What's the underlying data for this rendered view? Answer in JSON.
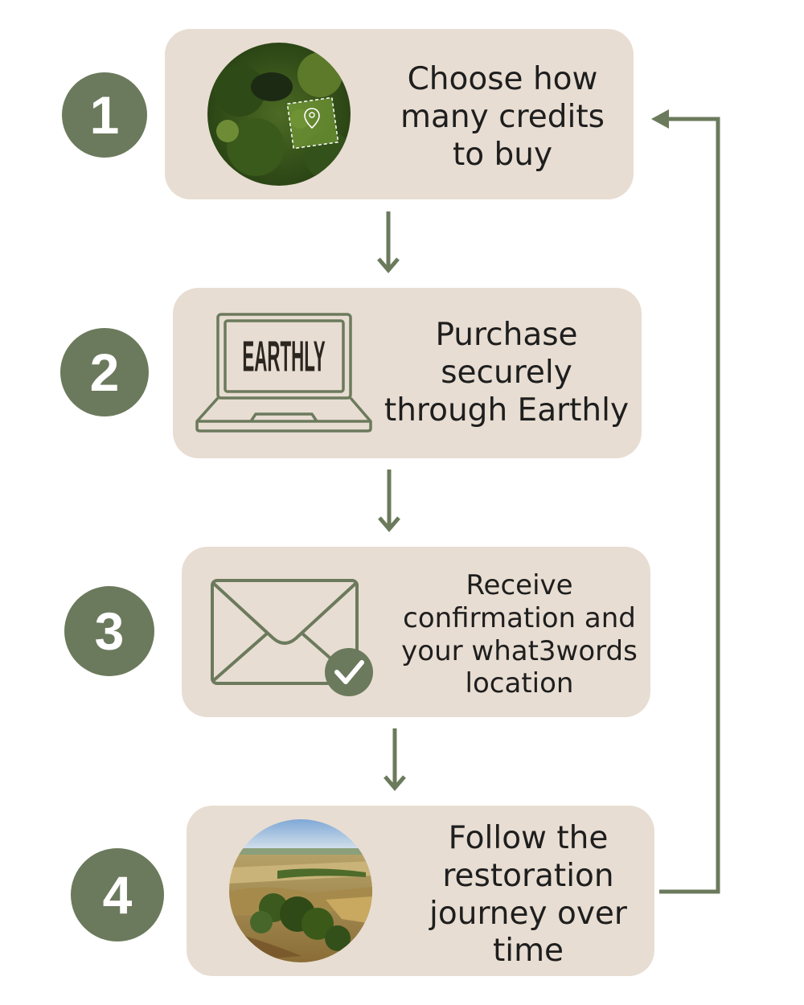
{
  "colors": {
    "accent": "#6b7a5c",
    "card": "#e8ddd2",
    "text": "#1e1e1e"
  },
  "steps": [
    {
      "number": "1",
      "text": "Choose how\nmany credits\nto buy",
      "image": "aerial-woodland-plot-with-location-pin"
    },
    {
      "number": "2",
      "text": "Purchase\nsecurely\nthrough Earthly",
      "image": "laptop-icon",
      "screen_text": "EARTHLY"
    },
    {
      "number": "3",
      "text": "Receive\nconfirmation and\nyour what3words\nlocation",
      "image": "envelope-check-icon"
    },
    {
      "number": "4",
      "text": "Follow the\nrestoration\njourney over\ntime",
      "image": "aerial-landscape-photo"
    }
  ]
}
